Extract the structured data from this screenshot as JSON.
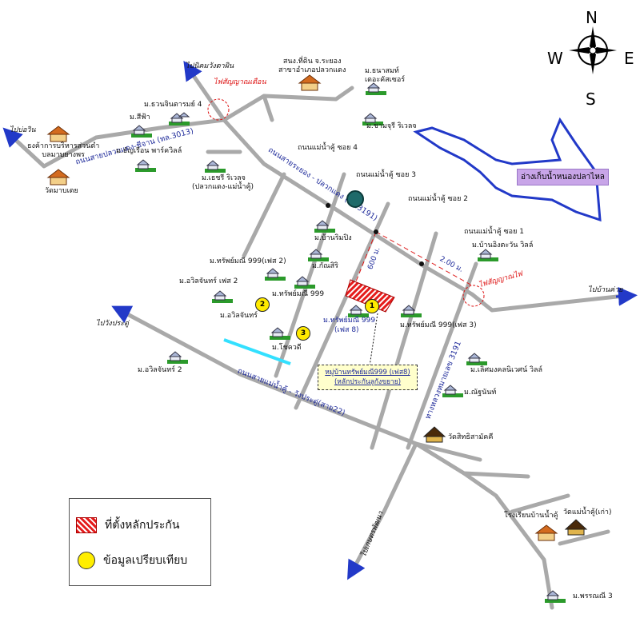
{
  "compass": {
    "n": "N",
    "s": "S",
    "e": "E",
    "w": "W"
  },
  "roads": {
    "hwy3013": "ถนนสายปลวกแดง-ชีจาน (ทล.3013)",
    "hwy3191": "ถนนสายระยอง - ปลวกแดง (ทล.3191)",
    "road22": "ถนนสายแม่น้ำคู้ - วังประดู่(สาย22)",
    "hwy3191b": "ทางหลวงหมายเลข 3191",
    "soi4": "ถนนแม่น้ำคู้ ซอย 4",
    "soi3": "ถนนแม่น้ำคู้ ซอย 3",
    "soi2": "ถนนแม่น้ำคู้ ซอย 2",
    "soi1": "ถนนแม่น้ำคู้ ซอย 1"
  },
  "directions": {
    "to_bo_win": "ไปบ่อวิน",
    "to_nikom": "ไปนิคมวังตาผิน",
    "to_wang_pradu": "ไปวังประดู่",
    "to_ban_khai": "ไปบ้านค่าย",
    "to_kaset_pattana": "ไปเกษตรพัฒนา"
  },
  "distances": {
    "d600": "600 ม.",
    "d200": "2.00 ม."
  },
  "signals": {
    "signal1": "ไฟสัญญาณเตือน",
    "signal2": "ไฟสัญญาณไฟ"
  },
  "places": {
    "bank": "ธงค้าการบริหารส่วนตำ\nบลมาบยางพร",
    "wat_maplao": "วัดมาบเตย",
    "station": "สนง.ที่ดิน จ.ระยอง\nสาขาอำเภอปลวกแดง",
    "chonburi": "ม.ธวนจินตารมย์ 4",
    "sifa": "ม.สีฟ้า",
    "mansion": "ม.ธัญเรือน พาร์ควิลล์",
    "srisuk": "ม.เธชรี ริเวลจ",
    "srisuk2": "(ปลวกแดง-แม่น้ำคู้)",
    "thanapon": "ม.ธนาสมท์\nเดอะคัสเซอร์",
    "chanaburi": "ม.ชามจุรี ริเวลจ",
    "banrimping": "ม.บ้านริมปิง",
    "kunsiri": "ม.กัณสิริ",
    "ban_ing": "ม.บ้านอิงตะวัน วิลล์",
    "sap999_2": "ม.ทรัพย์มณี 999(เฟส 2)",
    "sap999": "ม.ทรัพย์มณี 999",
    "arawin2": "ม.อวิลจันทร์ เฟส 2",
    "arawin": "ม.อวิลจันทร์",
    "jakaree": "ม.โชควดี",
    "sap999_8a": "ม.ทรัพย์มณี 999",
    "sap999_8b": "(เฟส 8)",
    "sap999_3": "ม.ทรัพย์มณี 999(เฟส 3)",
    "arawin2b": "ม.อวิลจันทร์ 2",
    "lapmochai": "ม.เลิศมงคลนิเวศน์ วิลล์",
    "nattanon": "ม.ณัฐนันท์",
    "wat_ka": "วัดสิทธิสามัคคี",
    "school": "โรงเรียนบ้านน้ำคู้",
    "wat_old": "วัดแม่น้ำคู้(เก่า)",
    "pranee3": "ม.พรรณณี 3"
  },
  "reservoir": "อ่างเก็บน้ำหนองปลาไหล",
  "callout": {
    "line1": "หมู่บ้านทรัพย์มณี999 (เฟส8)",
    "line2": "(หลักประกันลูกังขยาย)"
  },
  "markers": [
    "1",
    "2",
    "3"
  ],
  "legend": {
    "subject": "ที่ตั้งหลักประกัน",
    "comparable": "ข้อมูลเปรียบเทียบ"
  },
  "colors": {
    "road": "#a9a9a9",
    "water": "#2239c8",
    "marker": "#ffea00",
    "subject": "#e51b1b"
  }
}
